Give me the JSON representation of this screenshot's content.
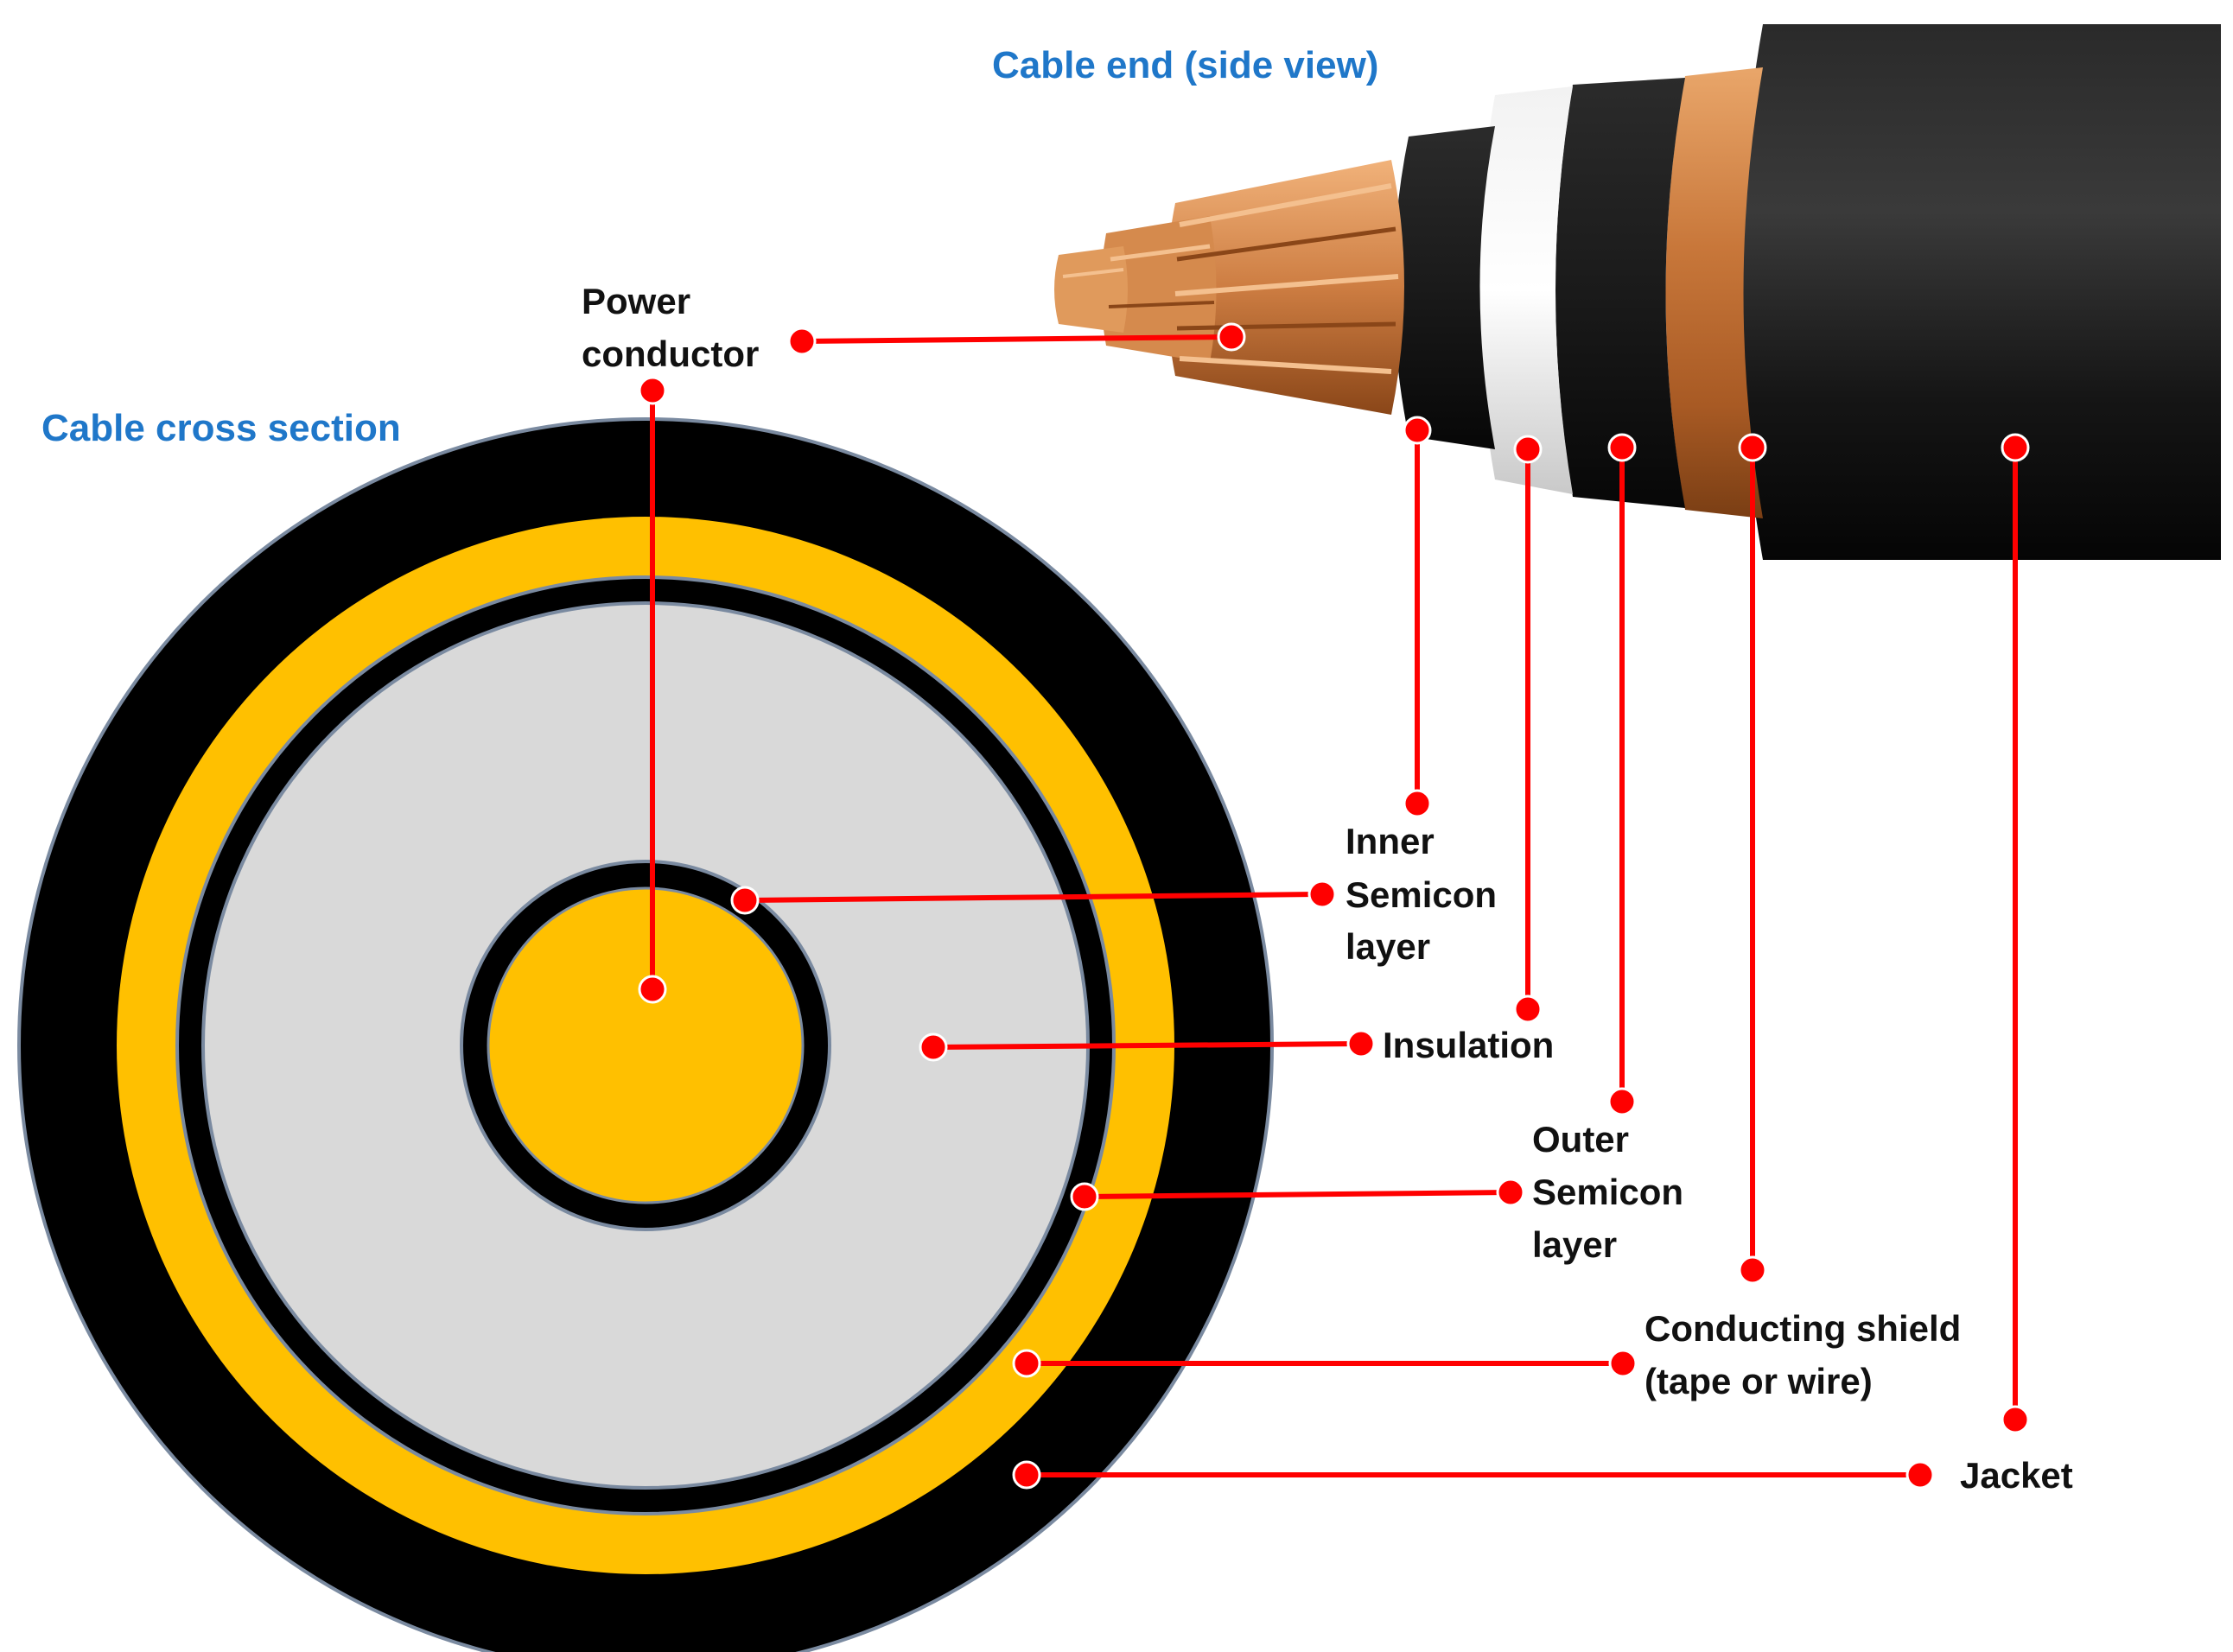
{
  "titles": {
    "side_view": "Cable end (side view)",
    "cross_section": "Cable cross section"
  },
  "labels": {
    "power_conductor": [
      "Power",
      "conductor"
    ],
    "inner_semicon": [
      "Inner",
      "Semicon",
      "layer"
    ],
    "insulation": [
      "Insulation"
    ],
    "outer_semicon": [
      "Outer",
      "Semicon",
      "layer"
    ],
    "conducting_shield": [
      "Conducting shield",
      "(tape or wire)"
    ],
    "jacket": [
      "Jacket"
    ]
  },
  "colors": {
    "title": "#1f77c9",
    "leader": "#ff0000",
    "jacket": "#000000",
    "shield": "#ffc000",
    "insulation": "#d9d9d9",
    "conductor": "#ffc000",
    "copper": "#c8773a",
    "semicon": "#1a1a1a"
  }
}
